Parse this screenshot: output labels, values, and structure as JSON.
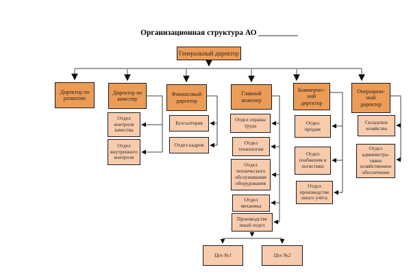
{
  "title": "Организационная структура АО __________",
  "colors": {
    "director_fill": "#EC9C56",
    "department_fill": "#F8CBAD",
    "box_border": "#1a1a1a",
    "connector_bus": "#808080",
    "connector_side": "#3f3f3f",
    "arrowhead": "#111111",
    "text": "#262626"
  },
  "nodes": {
    "ceo": {
      "label": "Генеральный директор"
    },
    "development": {
      "label": "Директор по\nразвитию"
    },
    "quality": {
      "label": "Директор по\nкачеству"
    },
    "finance": {
      "label": "Финансовый\nдиректор"
    },
    "engineer": {
      "label": "Главный\nинженер"
    },
    "commercial": {
      "label": "Коммерчес-\nкий\nдиректор"
    },
    "operations": {
      "label": "Операцион-\nный\nдиректор"
    },
    "quality_control": {
      "label": "Отдел\nконтроля\nкачества"
    },
    "internal_control": {
      "label": "Отдел\nвнутреннего\nконтроля"
    },
    "accounting": {
      "label": "Бухгалтерия"
    },
    "hr": {
      "label": "Отдел кадров"
    },
    "labor_safety": {
      "label": "Отдел охраны\nтруда"
    },
    "technology": {
      "label": "Отдел\nтехнологии"
    },
    "equipment_maintenance": {
      "label": "Отдел\nтехнического\nобслуживания\nоборудования"
    },
    "mechanic": {
      "label": "Отдел\nмеханика"
    },
    "production": {
      "label": "Производстве\nнный отдел"
    },
    "shop1": {
      "label": "Цех №1"
    },
    "shop2": {
      "label": "Цех №2"
    },
    "sales": {
      "label": "Отдел\nпродаж"
    },
    "supply_logistics": {
      "label": "Отдел\nснабжения и\nлогистики"
    },
    "production_accounting": {
      "label": "Отдел\nпроизводстве\nнного учёта"
    },
    "warehouse": {
      "label": "Складское\nхозяйство"
    },
    "admin_support": {
      "label": "Отдел\nадминистра-\nтивно\nхозяйственное\nобеспечение"
    }
  }
}
